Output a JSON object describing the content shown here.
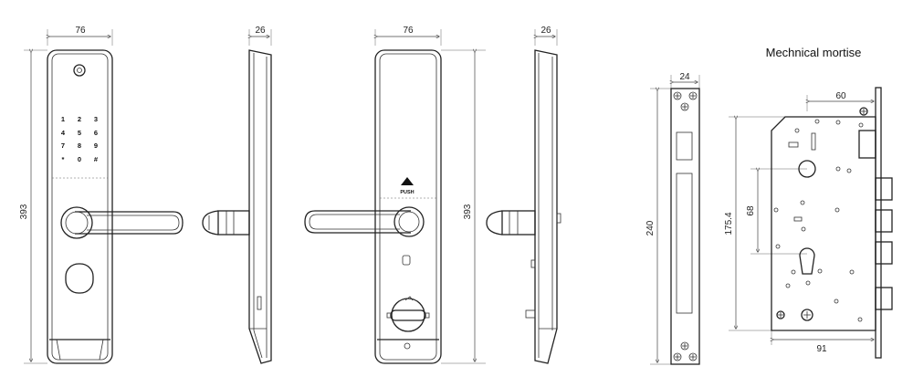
{
  "title": "Mechnical mortise",
  "front_view": {
    "width_label": "76",
    "height_label": "393",
    "keypad": [
      "1",
      "2",
      "3",
      "4",
      "5",
      "6",
      "7",
      "8",
      "9",
      "*",
      "0",
      "#"
    ]
  },
  "side_view_1": {
    "depth_label": "26"
  },
  "back_view": {
    "width_label": "76",
    "height_label": "393",
    "push_label": "PUSH"
  },
  "side_view_2": {
    "depth_label": "26"
  },
  "faceplate": {
    "width_label": "24",
    "height_label": "240"
  },
  "mortise": {
    "backset_label": "60",
    "height_label": "175.4",
    "center_distance_label": "68",
    "depth_label": "91"
  }
}
